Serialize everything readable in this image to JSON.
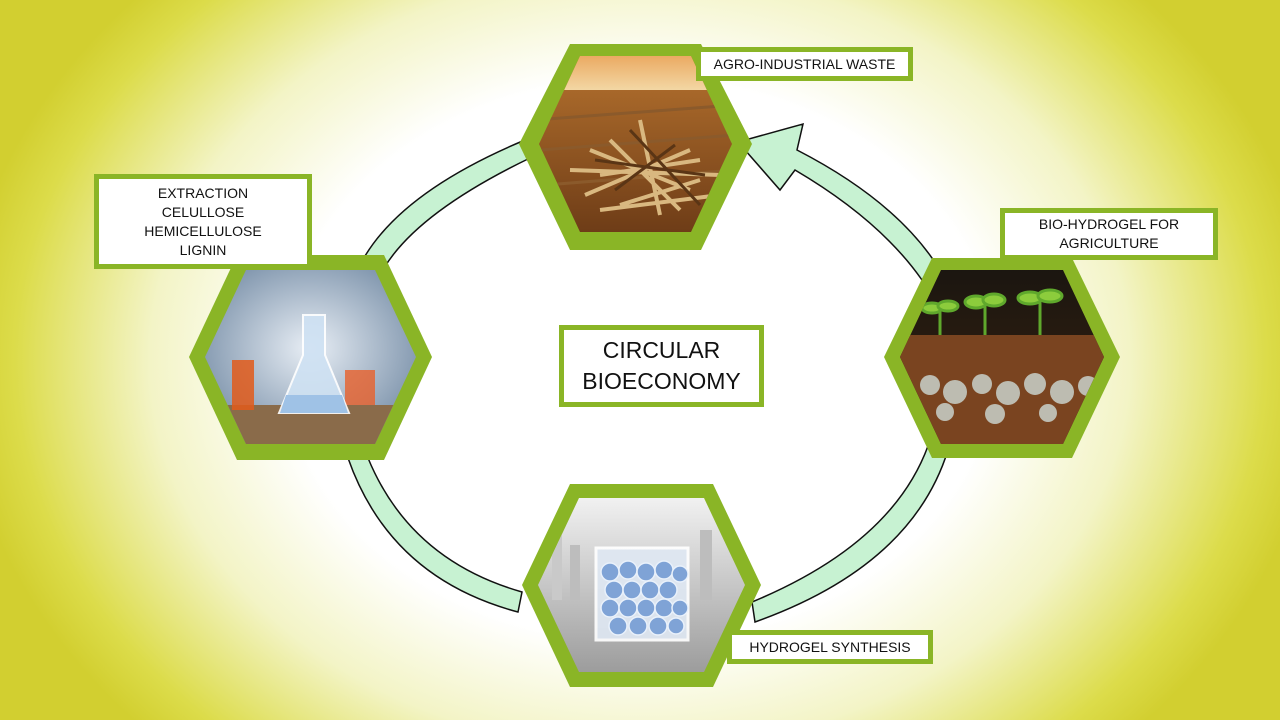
{
  "diagram": {
    "center": {
      "lines": [
        "CIRCULAR",
        "BIOECONOMY"
      ]
    },
    "stages": [
      {
        "id": "waste",
        "lines": [
          "AGRO-INDUSTRIAL WASTE"
        ],
        "image": "crop-residue-field"
      },
      {
        "id": "hydrogel-agri",
        "lines": [
          "BIO-HYDROGEL FOR",
          "AGRICULTURE"
        ],
        "image": "seedlings-in-hydrogel-soil"
      },
      {
        "id": "synthesis",
        "lines": [
          "HYDROGEL SYNTHESIS"
        ],
        "image": "hydrogel-beads-beaker"
      },
      {
        "id": "extraction",
        "lines": [
          "EXTRACTION",
          "CELULLOSE",
          "HEMICELLULOSE",
          "LIGNIN"
        ],
        "image": "laboratory-flask"
      }
    ]
  },
  "colors": {
    "hexagon_border": "#8ab526",
    "arrow_fill": "#c7f2d2",
    "arrow_outline": "#111111",
    "background_edge": "#d2cf30"
  }
}
